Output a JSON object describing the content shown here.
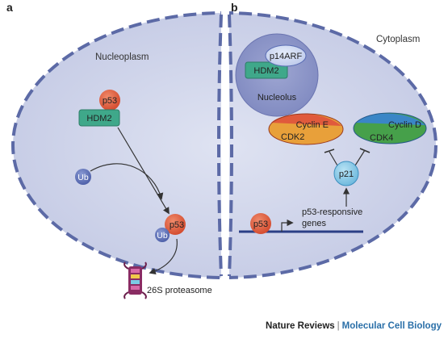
{
  "panel_a": {
    "letter": "a",
    "region": "Nucleoplasm",
    "p53_top": "p53",
    "hdm2": "HDM2",
    "ub_free": "Ub",
    "ub_bound": "Ub",
    "p53_bound": "p53",
    "proteasome": "26S proteasome"
  },
  "panel_b": {
    "letter": "b",
    "region": "Cytoplasm",
    "nucleolus_label": "Nucleolus",
    "p14arf": "p14ARF",
    "hdm2": "HDM2",
    "cyclin_e": "Cyclin E",
    "cdk2": "CDK2",
    "cyclin_d": "Cyclin D",
    "cdk4": "CDK4",
    "p21": "p21",
    "p53": "p53",
    "genes_line1": "p53-responsive",
    "genes_line2": "genes"
  },
  "credit": {
    "journal": "Nature Reviews",
    "separator": "|",
    "subject": "Molecular Cell Biology"
  },
  "colors": {
    "cell_fill": "#c9cfe7",
    "membrane": "#5c6aa6",
    "p53_red": "#e05a3c",
    "hdm2_green": "#3fa88a",
    "ub_blue": "#5a6db4",
    "p21_blue": "#7cc3e6",
    "dna_line": "#2b3f86"
  }
}
